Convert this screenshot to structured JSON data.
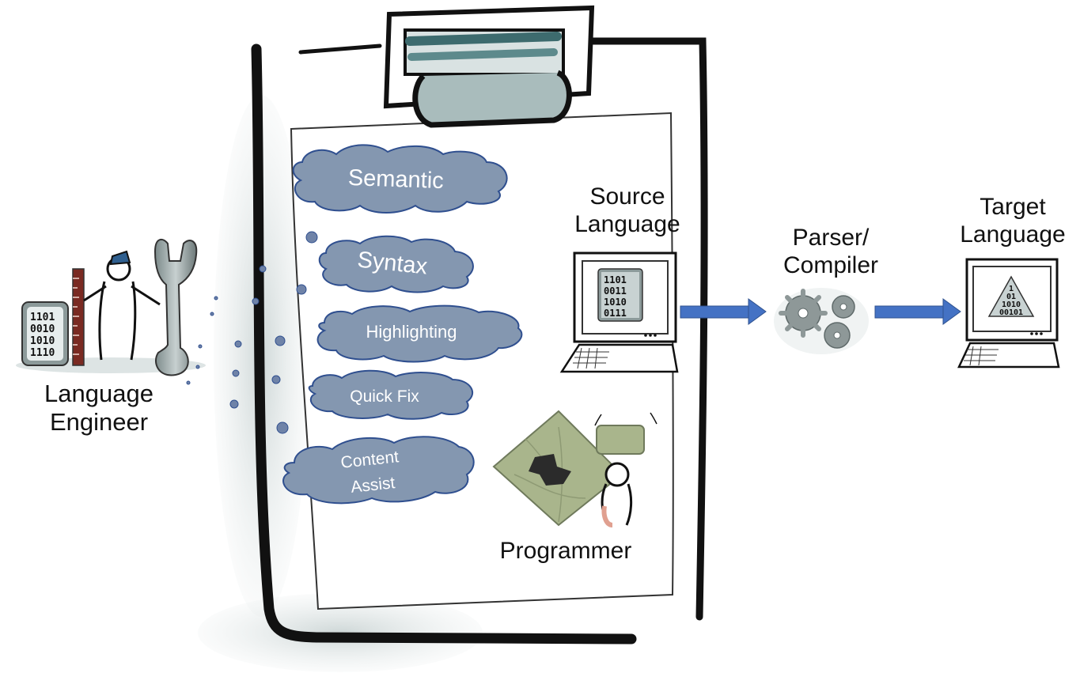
{
  "clouds": {
    "semantic": "Semantic",
    "syntax": "Syntax",
    "highlighting": "Highlighting",
    "quick_fix": "Quick Fix",
    "content_assist_line1": "Content",
    "content_assist_line2": "Assist"
  },
  "labels": {
    "language_engineer_line1": "Language",
    "language_engineer_line2": "Engineer",
    "source_language_line1": "Source",
    "source_language_line2": "Language",
    "parser_compiler_line1": "Parser/",
    "parser_compiler_line2": "Compiler",
    "target_language_line1": "Target",
    "target_language_line2": "Language",
    "programmer": "Programmer"
  },
  "binary_text": {
    "engineer_tablet": [
      "1101",
      "0010",
      "1010",
      "1110"
    ],
    "source_screen": [
      "1101",
      "0011",
      "1010",
      "0111"
    ],
    "target_screen": [
      "1",
      "01",
      "1010",
      "00101"
    ]
  },
  "colors": {
    "cloud_fill": "#8497b0",
    "cloud_stroke": "#2f4f8f",
    "arrow": "#4472c4",
    "ink": "#111111",
    "bubble": "#6f83a8"
  }
}
